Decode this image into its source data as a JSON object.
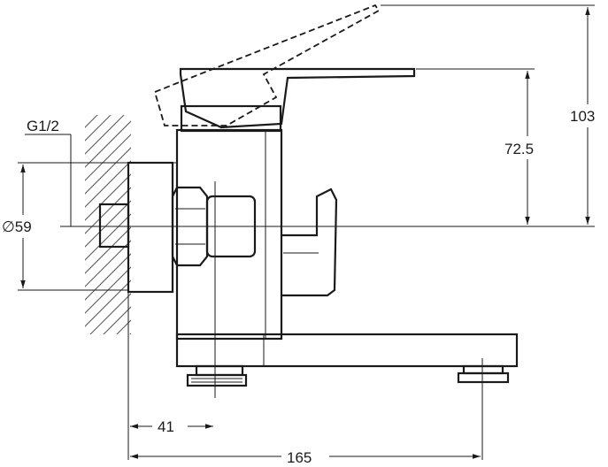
{
  "labels": {
    "thread": "G1/2",
    "diameter": "∅59",
    "dim_41": "41",
    "dim_165": "165",
    "dim_72_5": "72.5",
    "dim_103": "103"
  }
}
